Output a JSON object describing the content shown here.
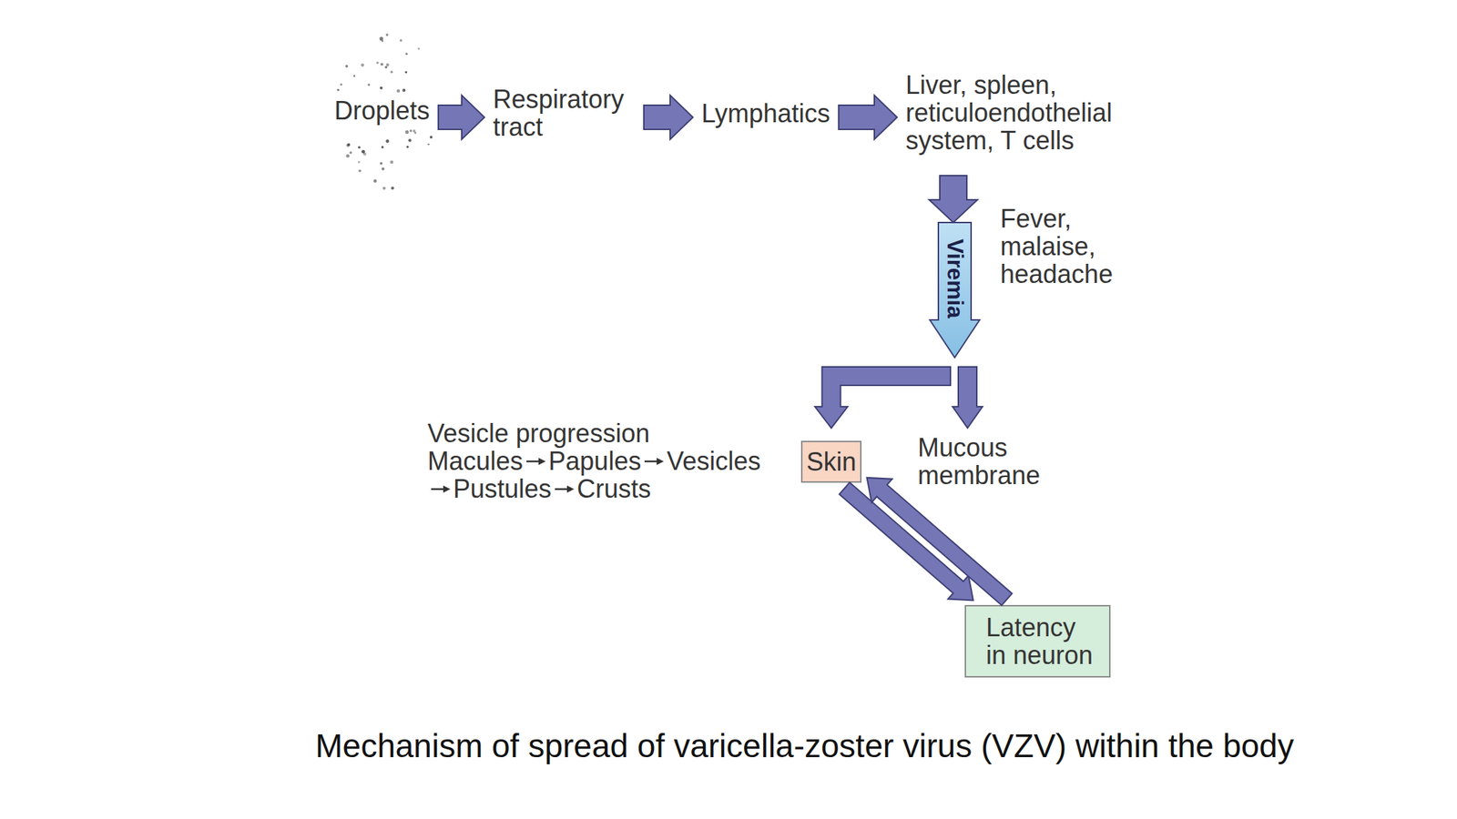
{
  "diagram": {
    "caption": "Mechanism of spread of varicella-zoster virus (VZV) within the body",
    "nodes": [
      {
        "text": [
          "Droplets"
        ]
      },
      {
        "text": [
          "Respiratory tract"
        ]
      },
      {
        "text": [
          "Lymphatics"
        ]
      },
      {
        "text": [
          "Liver, spleen, reticuloendothelial system, T cells"
        ]
      },
      {
        "text": [
          "Viremia"
        ]
      },
      {
        "text": [
          "Skin"
        ]
      },
      {
        "text": [
          "Mucous membrane"
        ]
      },
      {
        "text": [
          "Latency in neuron"
        ]
      }
    ],
    "edges": [
      {
        "from": 0,
        "to": 1,
        "arrow": "to"
      },
      {
        "from": 1,
        "to": 2,
        "arrow": "to"
      },
      {
        "from": 2,
        "to": 3,
        "arrow": "to"
      },
      {
        "from": 3,
        "to": 4,
        "arrow": "to"
      },
      {
        "from": 4,
        "to": 5,
        "arrow": "to"
      },
      {
        "from": 4,
        "to": 6,
        "arrow": "to"
      },
      {
        "from": 5,
        "to": 7,
        "arrow": "to"
      },
      {
        "from": 7,
        "to": 5,
        "arrow": "to"
      }
    ],
    "labels": [
      "Fever, malaise, headache",
      "Vesicle progression",
      "Macules",
      "Papules",
      "Vesicles",
      "Pustules",
      "Crusts"
    ]
  }
}
